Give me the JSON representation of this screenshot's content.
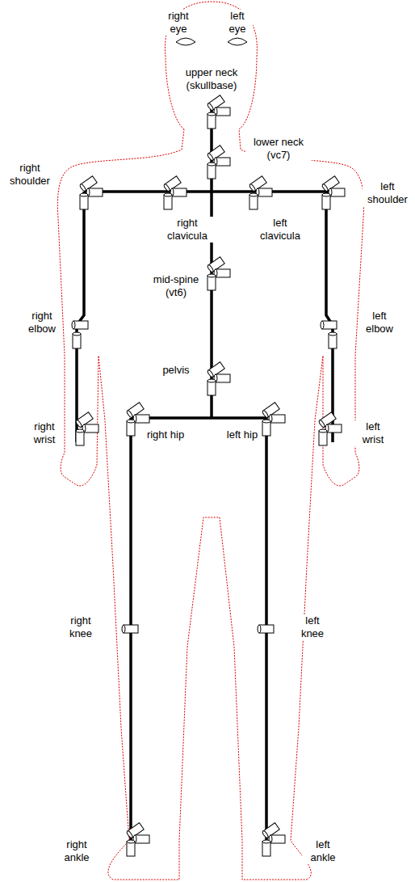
{
  "diagram": {
    "labels": [
      "right eye",
      "left eye",
      "upper neck (skullbase)",
      "lower neck (vc7)",
      "right shoulder",
      "right clavicula",
      "left clavicula",
      "left shoulder",
      "mid-spine (vt6)",
      "right elbow",
      "left elbow",
      "pelvis",
      "right wrist",
      "right hip",
      "left hip",
      "left wrist",
      "right knee",
      "left knee",
      "right ankle",
      "left ankle"
    ]
  }
}
